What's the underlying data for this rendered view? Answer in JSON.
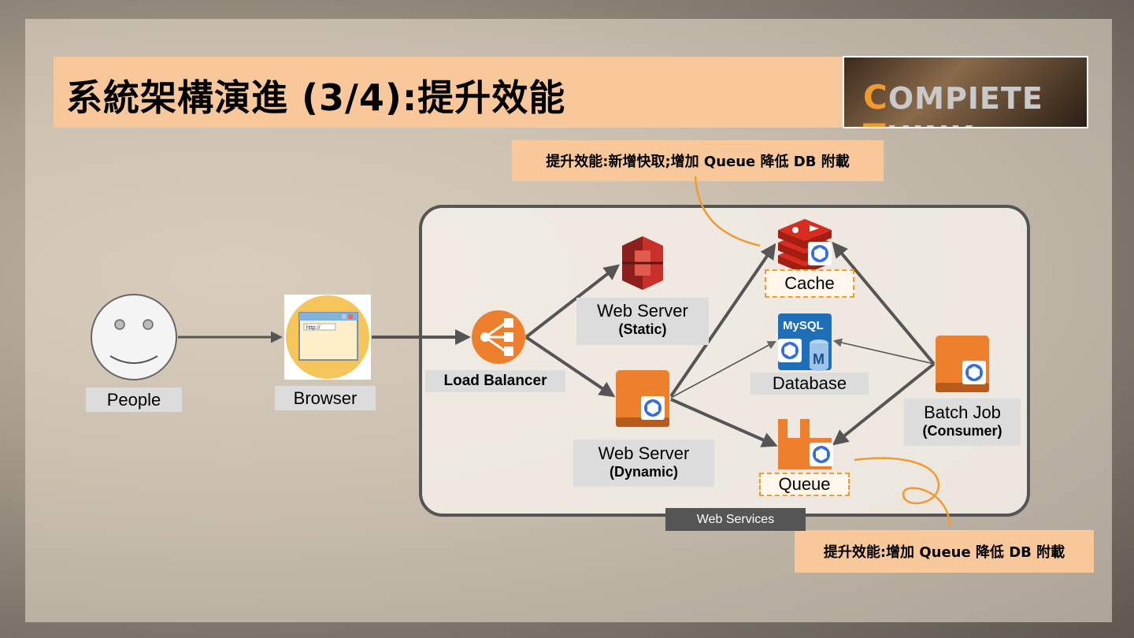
{
  "title": "系統架構演進 (3/4):提升效能",
  "logo": {
    "first": "C",
    "mid": "OMPIETE ",
    "t": "T",
    "rest": "HINK"
  },
  "notes": {
    "top": "提升效能:新增快取;增加 Queue 降低 DB 附載",
    "bottom": "提升效能:增加 Queue 降低 DB 附載"
  },
  "nodes": {
    "people": "People",
    "browser": "Browser",
    "browser_url": "http://",
    "load_balancer": "Load Balancer",
    "web_static": {
      "name": "Web Server",
      "sub": "(Static)"
    },
    "web_dynamic": {
      "name": "Web Server",
      "sub": "(Dynamic)"
    },
    "cache": "Cache",
    "database": "Database",
    "mysql": "MySQL",
    "queue": "Queue",
    "batch": {
      "name": "Batch Job",
      "sub": "(Consumer)"
    }
  },
  "group_label": "Web Services",
  "colors": {
    "accent": "#f29a2e",
    "note_bg": "#f8c89b",
    "aws_orange": "#ee7f2d",
    "redis_red": "#d32f2f"
  }
}
